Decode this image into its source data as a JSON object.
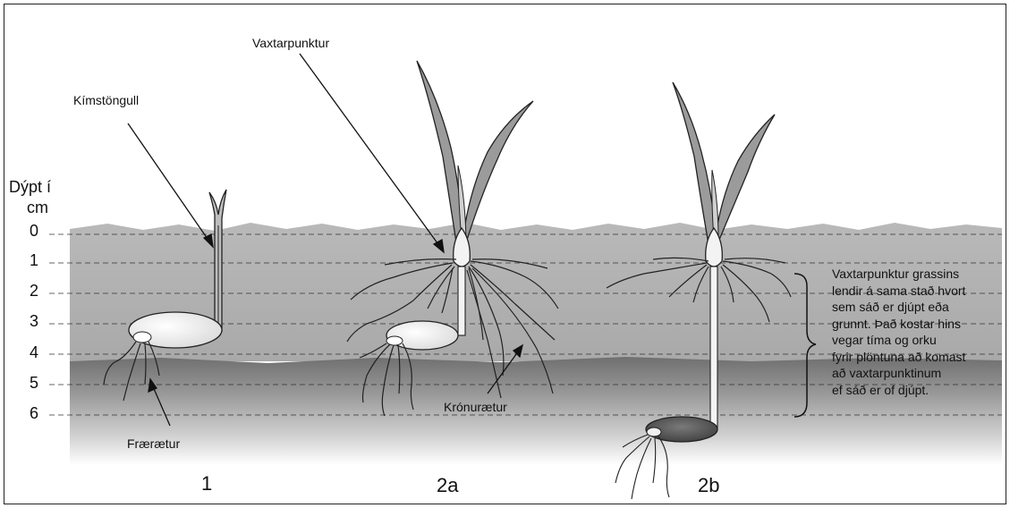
{
  "depth_axis": {
    "title_line1": "Dýpt í",
    "title_line2": "cm",
    "ticks": [
      "0",
      "1",
      "2",
      "3",
      "4",
      "5",
      "6"
    ]
  },
  "labels": {
    "growing_point": "Vaxtarpunktur",
    "coleoptile": "Kímstöngull",
    "seminal_roots": "Frærætur",
    "crown_roots": "Krónurætur"
  },
  "stages": [
    "1",
    "2a",
    "2b"
  ],
  "note_lines": [
    "Vaxtarpunktur grassins",
    "lendir á sama stað hvort",
    "sem sáð er djúpt eða",
    "grunnt. Það kostar hins",
    "vegar tíma og orku",
    "fyrir plöntuna að komast",
    "að vaxtarpunktinum",
    "ef sáð er of djúpt."
  ]
}
